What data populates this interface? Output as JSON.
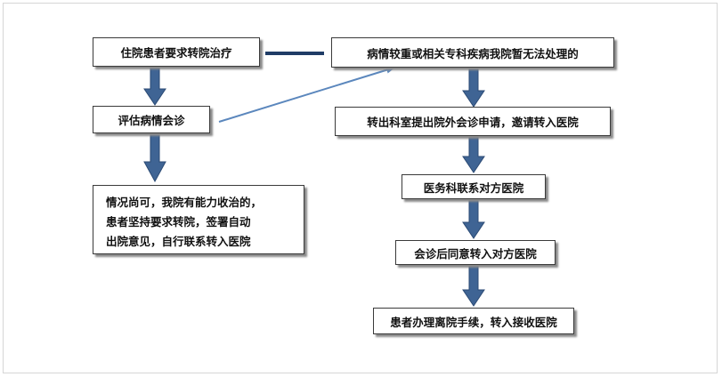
{
  "flowchart": {
    "nodes": {
      "n1": "住院患者要求转院治疗",
      "n2": "评估病情会诊",
      "n3": [
        "情况尚可，我院有能力收治的，",
        "患者坚持要求转院，签署自动",
        "出院意见，自行联系转入医院"
      ],
      "n4": "病情较重或相关专科疾病我院暂无法处理的",
      "n5": "转出科室提出院外会诊申请，邀请转入医院",
      "n6": "医务科联系对方医院",
      "n7": "会诊后同意转入对方医院",
      "n8": "患者办理离院手续，转入接收医院"
    }
  },
  "colors": {
    "arrow_fill": "#3f6494",
    "arrow_outline": "#2b4a74",
    "connector": "#1f3c66",
    "diagonal": "#5b87bd",
    "box_border": "#3a3a3a"
  }
}
